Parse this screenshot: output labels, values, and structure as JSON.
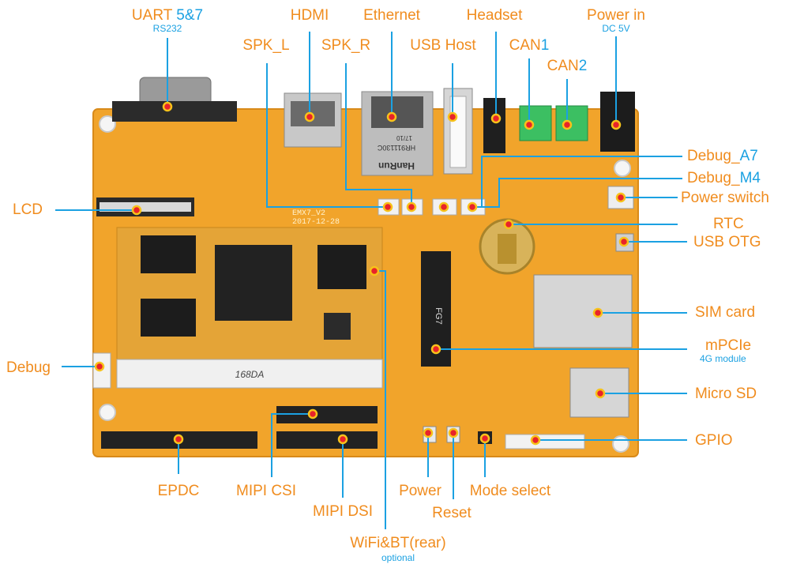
{
  "colors": {
    "label": "#f08c1e",
    "accent": "#1ba1e2",
    "leader": "#1ba1e2",
    "marker_fill": "#e8232a",
    "marker_ring": "#f7c21a",
    "pcb": "#f1a42b",
    "module": "#e4a437"
  },
  "silkscreen": {
    "board_name": "EMX7_V2",
    "board_date": "2017-12-28",
    "module_slot": "168DA",
    "ethernet_brand": "HanRun",
    "ethernet_part": "HR911130C",
    "ethernet_code": "17/10",
    "mpcie_mark": "FG7"
  },
  "labels": {
    "uart_prefix": "UART ",
    "uart_accent": "5&7",
    "uart_sub": "RS232",
    "hdmi": "HDMI",
    "ethernet": "Ethernet",
    "headset": "Headset",
    "power_in": "Power in",
    "power_in_sub": "DC 5V",
    "spk_l": "SPK_L",
    "spk_r": "SPK_R",
    "usb_host": "USB Host",
    "can1_prefix": "CAN",
    "can1_accent": "1",
    "can2_prefix": "CAN",
    "can2_accent": "2",
    "debug_a7_prefix": "Debug_",
    "debug_a7_accent": "A7",
    "debug_m4_prefix": "Debug_",
    "debug_m4_accent": "M4",
    "power_switch": "Power switch",
    "lcd": "LCD",
    "rtc": "RTC",
    "usb_otg": "USB OTG",
    "sim_card": "SIM card",
    "mpcie": "mPCIe",
    "mpcie_sub": "4G module",
    "debug": "Debug",
    "micro_sd": "Micro SD",
    "gpio": "GPIO",
    "epdc": "EPDC",
    "mipi_csi": "MIPI CSI",
    "mipi_dsi": "MIPI DSI",
    "power": "Power",
    "reset": "Reset",
    "mode_select": "Mode select",
    "wifi_bt": "WiFi&BT(rear)",
    "wifi_bt_sub": "optional"
  }
}
